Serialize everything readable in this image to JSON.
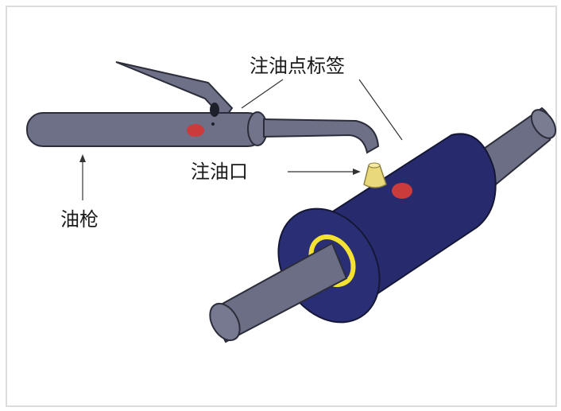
{
  "labels": {
    "grease_point_tag": "注油点标签",
    "grease_inlet": "注油口",
    "grease_gun": "油枪"
  },
  "colors": {
    "gun_body": "#6d7086",
    "gun_outline": "#2b2d3a",
    "bearing_housing": "#272b6e",
    "shaft": "#6b6e84",
    "nipple": "#e9d97a",
    "tag_marker": "#cc3b3b",
    "seal_ring": "#f4e233",
    "background": "#ffffff",
    "frame_border": "#d9d9d9"
  }
}
